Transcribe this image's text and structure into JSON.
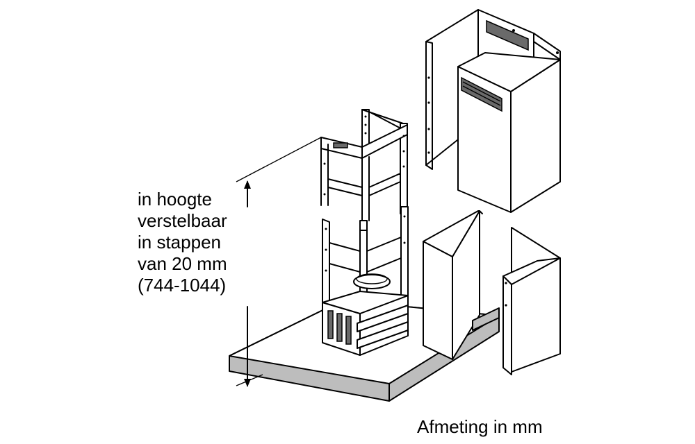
{
  "adjustment_label": {
    "lines": [
      "in hoogte",
      "verstelbaar",
      "in stappen",
      "van 20 mm",
      "(744-1044)"
    ]
  },
  "caption": "Afmeting in mm"
}
